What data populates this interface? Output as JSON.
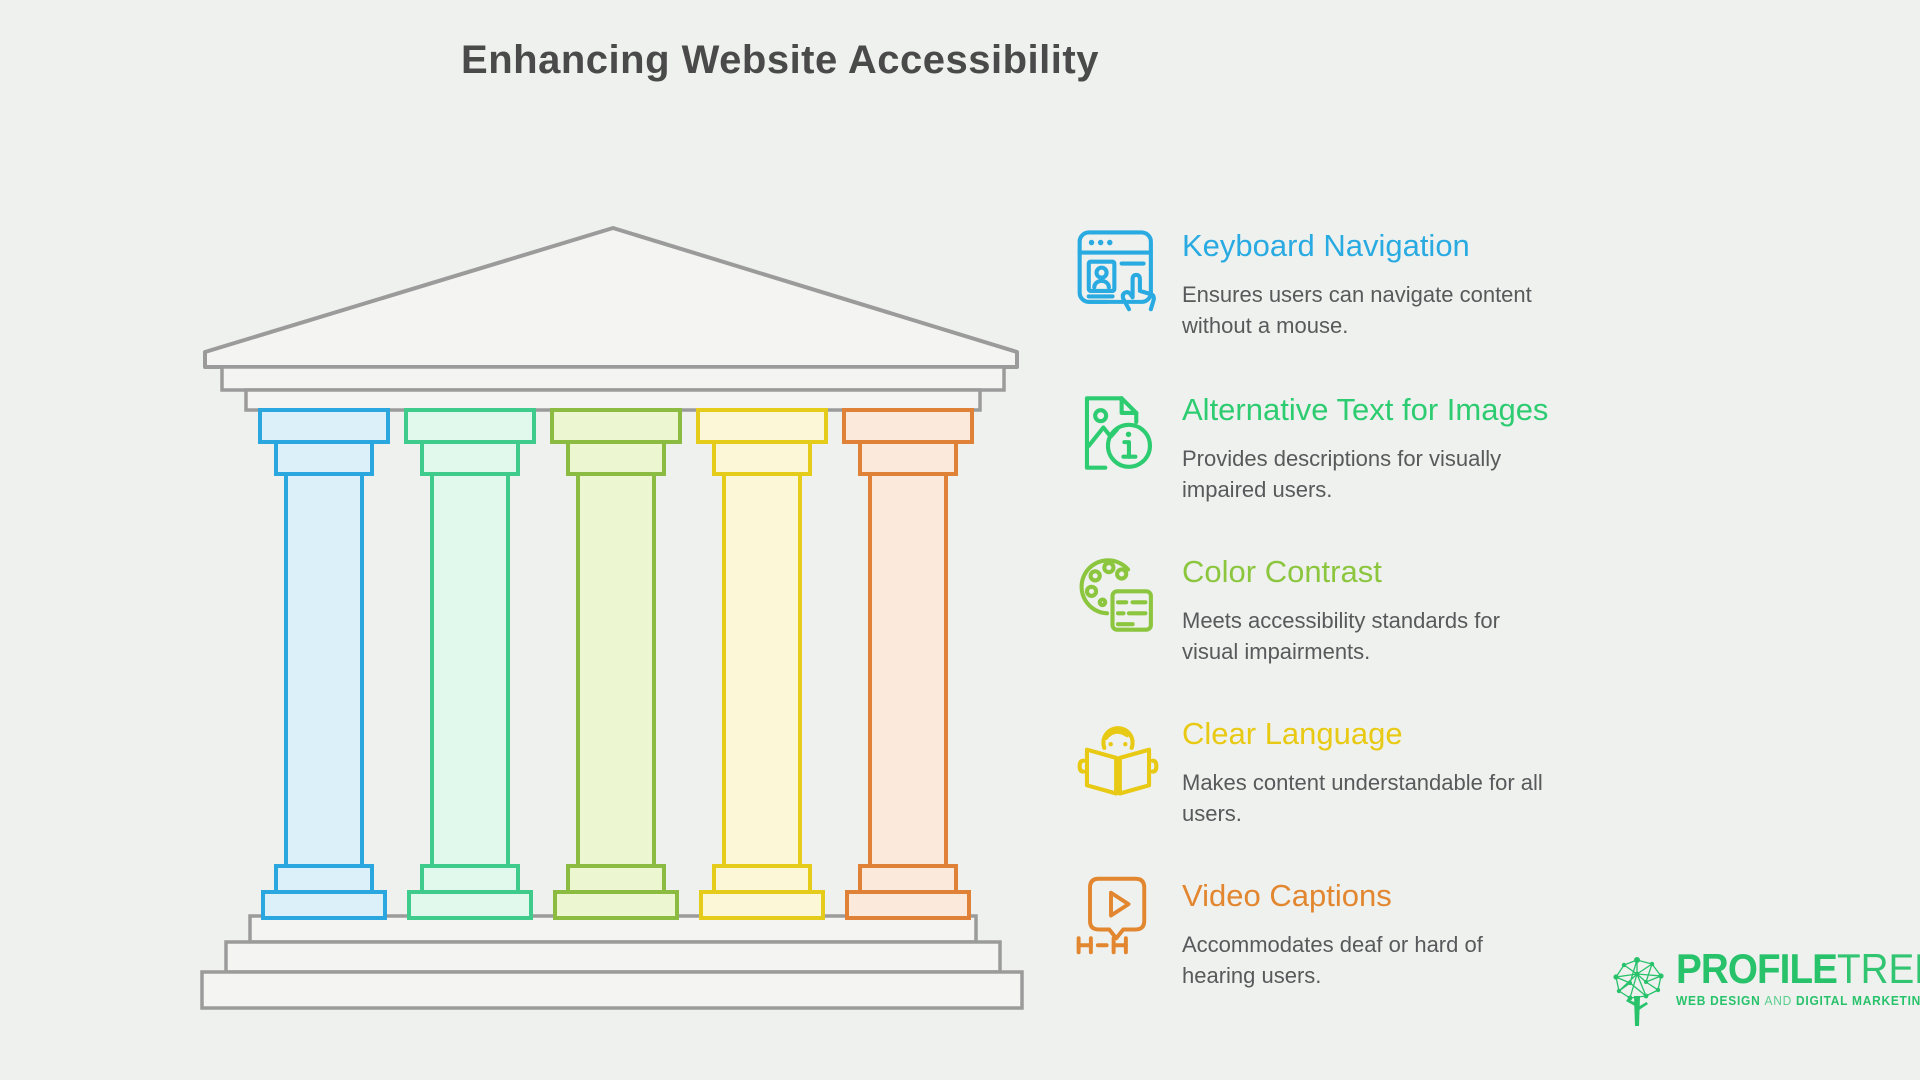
{
  "page": {
    "title": "Enhancing Website Accessibility",
    "title_color": "#4A4A4A",
    "background": "#EFF1EF"
  },
  "temple": {
    "structure_stroke": "#9B9B9B",
    "structure_fill": "#F4F5F3",
    "pillars": [
      {
        "id": "pillar-keyboard-navigation",
        "stroke": "#2AA7DE",
        "fill": "#DCF0FA"
      },
      {
        "id": "pillar-alternative-text",
        "stroke": "#3FCB8C",
        "fill": "#E1F8EC"
      },
      {
        "id": "pillar-color-contrast",
        "stroke": "#8CBB42",
        "fill": "#ECF7D2"
      },
      {
        "id": "pillar-clear-language",
        "stroke": "#E5CB1A",
        "fill": "#FCF7D6"
      },
      {
        "id": "pillar-video-captions",
        "stroke": "#E08138",
        "fill": "#FBE9DC"
      }
    ]
  },
  "features": [
    {
      "title": "Keyboard Navigation",
      "color": "#29ABE2",
      "icon": "browser-user-hand-icon",
      "description_lines": [
        "Ensures users can navigate content",
        "without a mouse."
      ]
    },
    {
      "title": "Alternative Text for Images",
      "color": "#2ECC71",
      "icon": "image-info-icon",
      "description_lines": [
        "Provides descriptions for visually",
        "impaired users."
      ]
    },
    {
      "title": "Color Contrast",
      "color": "#8CC63F",
      "icon": "palette-contrast-icon",
      "description_lines": [
        "Meets accessibility standards for",
        "visual impairments."
      ]
    },
    {
      "title": "Clear Language",
      "color": "#E8C913",
      "icon": "person-reading-book-icon",
      "description_lines": [
        "Makes content understandable for all",
        "users."
      ]
    },
    {
      "title": "Video Captions",
      "color": "#E2862F",
      "icon": "video-captions-icon",
      "description_lines": [
        "Accommodates deaf or hard of",
        "hearing users."
      ]
    }
  ],
  "footer_logo": {
    "brand_bold": "PROFILE",
    "brand_thin": "TREE",
    "tagline_strong_1": "WEB DESIGN",
    "tagline_light": "AND",
    "tagline_strong_2": "DIGITAL MARKETING",
    "color": "#27C26A"
  },
  "body_text_color": "#58595B"
}
